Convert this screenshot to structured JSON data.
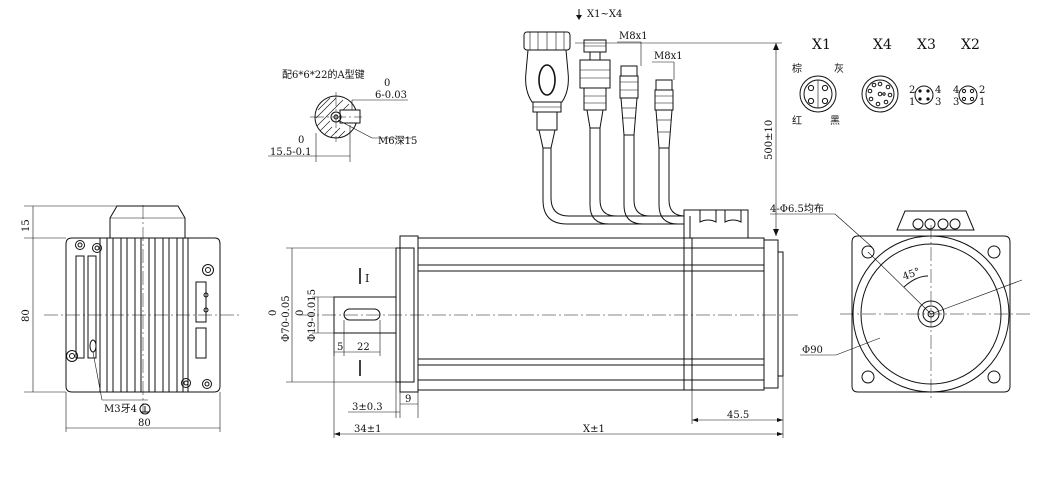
{
  "connector_callout": "X1~X4",
  "cable_connectors": [
    "M8x1",
    "M8x1"
  ],
  "pin_views": {
    "x1": {
      "label": "X1",
      "wires": [
        "棕",
        "灰",
        "红",
        "黑"
      ]
    },
    "x4": {
      "label": "X4"
    },
    "x3": {
      "label": "X3",
      "pins": [
        "2",
        "4",
        "1",
        "3"
      ]
    },
    "x2": {
      "label": "X2",
      "pins": [
        "4",
        "2",
        "3",
        "1"
      ]
    }
  },
  "shaft_section": {
    "key_note": "配6*6*22的A型键",
    "key_width": "6-0.03",
    "key_tol_top": "0",
    "depth": "15.5-0.1",
    "depth_tol_top": "0",
    "thread": "M6深15"
  },
  "cable_length": "500±10",
  "left_view": {
    "flange_tab": "15",
    "height": "80",
    "width": "80",
    "ground_screw": "M3牙4"
  },
  "front_view": {
    "pilot_dia": "Φ70-0.05",
    "pilot_tol_top": "0",
    "shaft_dia": "Φ19-0.015",
    "shaft_tol_top": "0",
    "key_offset": "5",
    "key_length": "22",
    "section_mark": "I",
    "spigot": "3±0.3",
    "flange_thk": "9",
    "shaft_len": "34±1",
    "body_len": "X±1",
    "rear_len": "45.5"
  },
  "end_view": {
    "holes": "4-Φ6.5均布",
    "angle": "45°",
    "pcd": "Φ90"
  }
}
